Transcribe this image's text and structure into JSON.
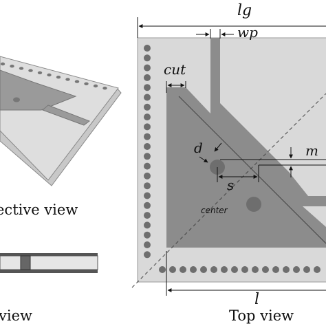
{
  "captions": {
    "perspective": "ective view",
    "side": "view",
    "top": "Top view"
  },
  "labels": {
    "lg": "lg",
    "wp": "wp",
    "cut": "cut",
    "d": "d",
    "m": "m",
    "s": "s",
    "center": "center",
    "l": "l"
  },
  "colors": {
    "substrate": "#d9d9d9",
    "patch": "#8c8c8c",
    "via": "#6e6e6e",
    "line": "#111111",
    "edge": "#9a9a9a"
  }
}
